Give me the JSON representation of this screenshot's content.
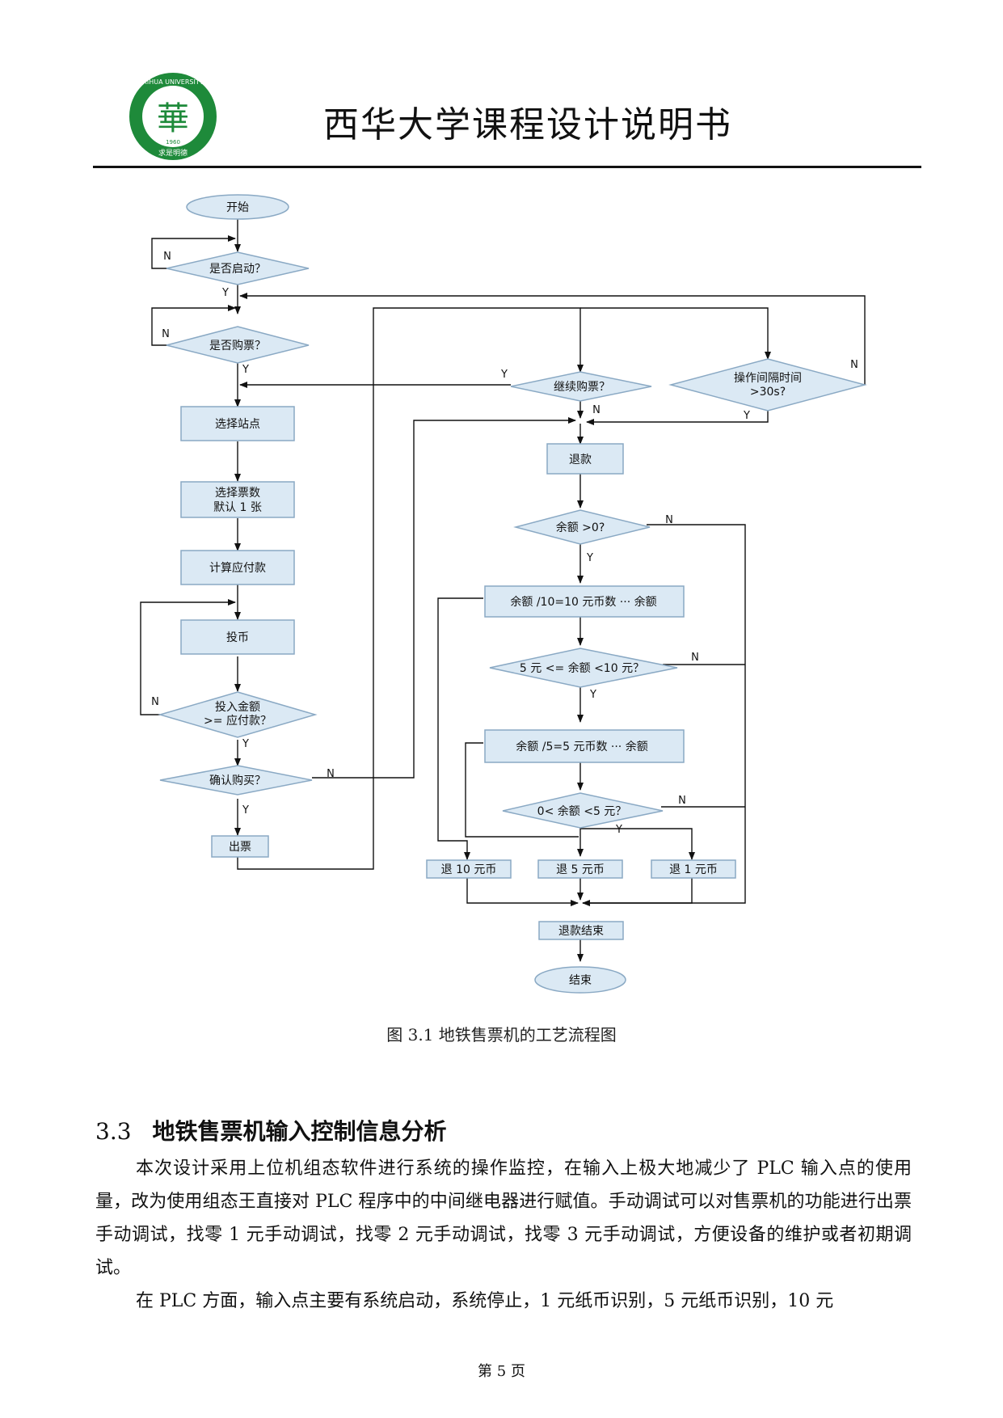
{
  "header": {
    "title": "西华大学课程设计说明书",
    "logo": {
      "top_text": "XIHUA UNIVERSITY",
      "center_text": "華",
      "year": "1960",
      "bottom_text": "求是明德",
      "color": "#1e8a3a"
    }
  },
  "flowchart": {
    "nodes": {
      "start": "开始",
      "is_started": "是否启动？",
      "is_buying": "是否购票？",
      "select_station": "选择站点",
      "select_count_1": "选择票数",
      "select_count_2": "默认 1 张",
      "calc_payment": "计算应付款",
      "insert_coin": "投币",
      "amount_check_1": "投入金额",
      "amount_check_2": ">= 应付款？",
      "confirm_buy": "确认购买？",
      "issue_ticket": "出票",
      "continue_buy": "继续购票？",
      "timeout_1": "操作间隔时间",
      "timeout_2": ">30s?",
      "refund": "退款",
      "balance_pos": "余额 >0?",
      "calc_10": "余额 /10=10 元币数 ··· 余额",
      "check_5_10": "5 元 <= 余额 <10 元？",
      "calc_5": "余额 /5=5 元币数 ··· 余额",
      "check_0_5": "0< 余额 <5 元？",
      "refund_10": "退 10 元币",
      "refund_5": "退 5 元币",
      "refund_1": "退 1 元币",
      "refund_end": "退款结束",
      "end": "结束"
    },
    "labels": {
      "yes": "Y",
      "no": "N"
    },
    "colors": {
      "fill": "#dbe9f4",
      "stroke": "#8aa9c4",
      "line": "#111111"
    }
  },
  "caption": "图 3.1 地铁售票机的工艺流程图",
  "section": {
    "number": "3.3",
    "title": "地铁售票机输入控制信息分析",
    "paragraphs": [
      "本次设计采用上位机组态软件进行系统的操作监控，在输入上极大地减少了 PLC 输入点的使用量，改为使用组态王直接对 PLC 程序中的中间继电器进行赋值。手动调试可以对售票机的功能进行出票手动调试，找零 1 元手动调试，找零 2 元手动调试，找零 3 元手动调试，方便设备的维护或者初期调试。",
      "在 PLC 方面，输入点主要有系统启动，系统停止，1 元纸币识别，5 元纸币识别，10 元"
    ]
  },
  "footer": {
    "page_number": "第 5 页"
  }
}
